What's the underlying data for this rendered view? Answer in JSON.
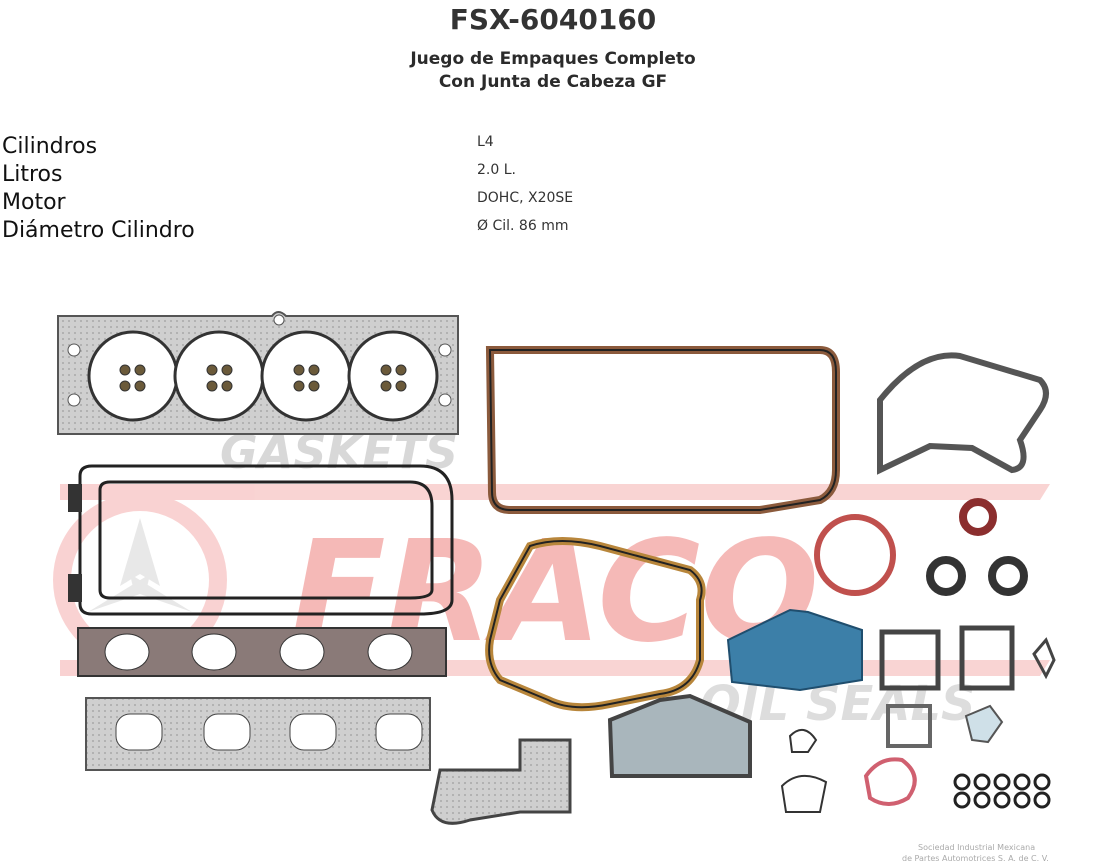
{
  "header": {
    "part_number": "FSX-6040160",
    "subtitle_line1": "Juego de Empaques Completo",
    "subtitle_line2": "Con Junta de Cabeza GF"
  },
  "specs": [
    {
      "label": "Cilindros",
      "value": "L4"
    },
    {
      "label": "Litros",
      "value": "2.0 L."
    },
    {
      "label": "Motor",
      "value": "DOHC, X20SE"
    },
    {
      "label": "Diámetro Cilindro",
      "value": "Ø Cil. 86 mm"
    }
  ],
  "watermark": {
    "gaskets": "GASKETS",
    "brand": "FRACO",
    "oil_seals": "OIL SEALS",
    "company_line1": "Sociedad Industrial Mexicana",
    "company_line2": "de Partes Automotrices S. A. de C. V.",
    "accent_color": "#e53935"
  }
}
